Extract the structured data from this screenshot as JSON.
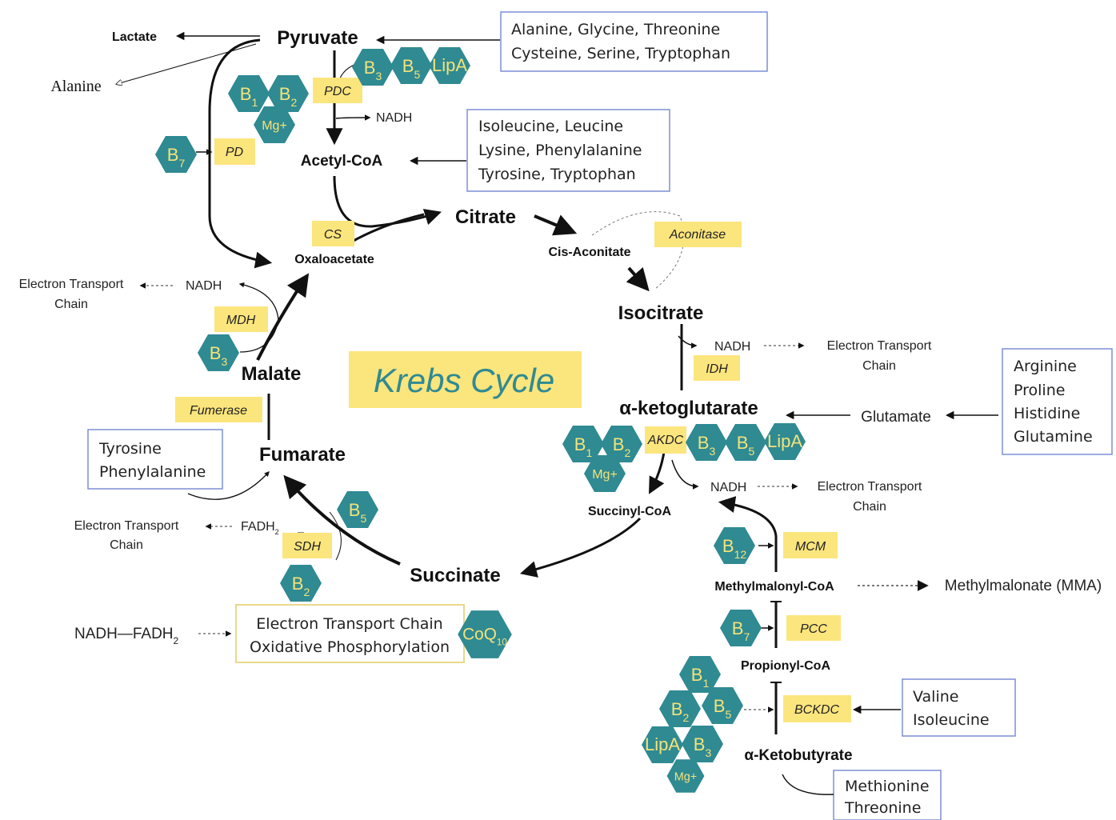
{
  "title": "Krebs Cycle",
  "colors": {
    "hexagon": "#2f8a92",
    "hexagon_text": "#f4e27a",
    "enzyme_box": "#fbe57d",
    "title_box": "#fbe57d",
    "source_box_border": "#7b8fd6",
    "etc_box_border": "#e8d88a"
  },
  "metabolites": {
    "pyruvate": "Pyruvate",
    "lactate": "Lactate",
    "alanine": "Alanine",
    "acetyl_coa": "Acetyl-CoA",
    "citrate": "Citrate",
    "cis_aconitate": "Cis-Aconitate",
    "isocitrate": "Isocitrate",
    "alpha_ketoglutarate": "α-ketoglutarate",
    "glutamate": "Glutamate",
    "succinyl_coa": "Succinyl-CoA",
    "succinate": "Succinate",
    "fumarate": "Fumarate",
    "malate": "Malate",
    "oxaloacetate": "Oxaloacetate",
    "methylmalonyl_coa": "Methylmalonyl-CoA",
    "methylmalonate": "Methylmalonate (MMA)",
    "propionyl_coa": "Propionyl-CoA",
    "alpha_ketobutyrate": "α-Ketobutyrate"
  },
  "enzymes": {
    "pdc": "PDC",
    "pd": "PD",
    "cs": "CS",
    "aconitase": "Aconitase",
    "idh": "IDH",
    "akdc": "AKDC",
    "mdh": "MDH",
    "fumerase": "Fumerase",
    "sdh": "SDH",
    "mcm": "MCM",
    "pcc": "PCC",
    "bckdc": "BCKDC"
  },
  "cofactors": {
    "b1": "B",
    "b1_sub": "1",
    "b2": "B",
    "b2_sub": "2",
    "b3": "B",
    "b3_sub": "3",
    "b5": "B",
    "b5_sub": "5",
    "b7": "B",
    "b7_sub": "7",
    "b12": "B",
    "b12_sub": "12",
    "lipa": "LipA",
    "mg": "Mg+",
    "coq": "CoQ",
    "coq_sub": "10"
  },
  "byproducts": {
    "nadh": "NADH",
    "fadh": "FADH",
    "fadh_sub": "2",
    "etc_line1": "Electron Transport",
    "etc_line2": "Chain",
    "nadh_fadh": "NADH—FADH",
    "nadh_fadh_sub": "2"
  },
  "boxes": {
    "pyruvate_sources": [
      "Alanine, Glycine, Threonine",
      "Cysteine, Serine, Tryptophan"
    ],
    "acetyl_sources": [
      "Isoleucine, Leucine",
      "Lysine, Phenylalanine",
      "Tyrosine, Tryptophan"
    ],
    "glutamate_sources": [
      "Arginine",
      "Proline",
      "Histidine",
      "Glutamine"
    ],
    "fumarate_sources": [
      "Tyrosine",
      "Phenylalanine"
    ],
    "etc_box": [
      "Electron Transport Chain",
      "Oxidative Phosphorylation"
    ],
    "bckdc_sources": [
      "Valine",
      "Isoleucine"
    ],
    "ketobutyrate_sources": [
      "Methionine",
      "Threonine"
    ]
  }
}
